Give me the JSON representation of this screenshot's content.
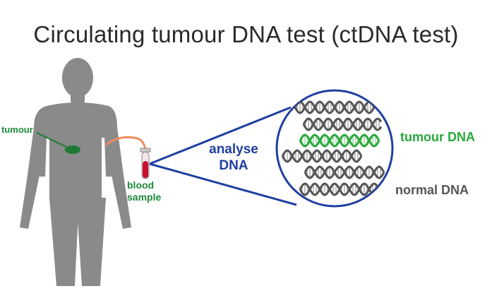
{
  "title": "Circulating tumour DNA test (ctDNA test)",
  "labels": {
    "tumour": "tumour",
    "blood_line1": "blood",
    "blood_line2": "sample",
    "analyse_line1": "analyse",
    "analyse_line2": "DNA",
    "tumour_dna": "tumour DNA",
    "normal_dna": "normal DNA"
  },
  "colors": {
    "body": "#8a8a8a",
    "tumour": "#1d7a35",
    "green_label": "#1d8a3a",
    "tumour_dna": "#2aa83a",
    "normal_dna": "#555555",
    "blue": "#1f3fa0",
    "tube_line": "#f08a5d",
    "blood": "#c8102e"
  },
  "icons": {
    "person": "human-silhouette-icon",
    "tube": "blood-tube-icon",
    "dna": "dna-helix-icon",
    "lens": "magnifier-circle-icon"
  }
}
